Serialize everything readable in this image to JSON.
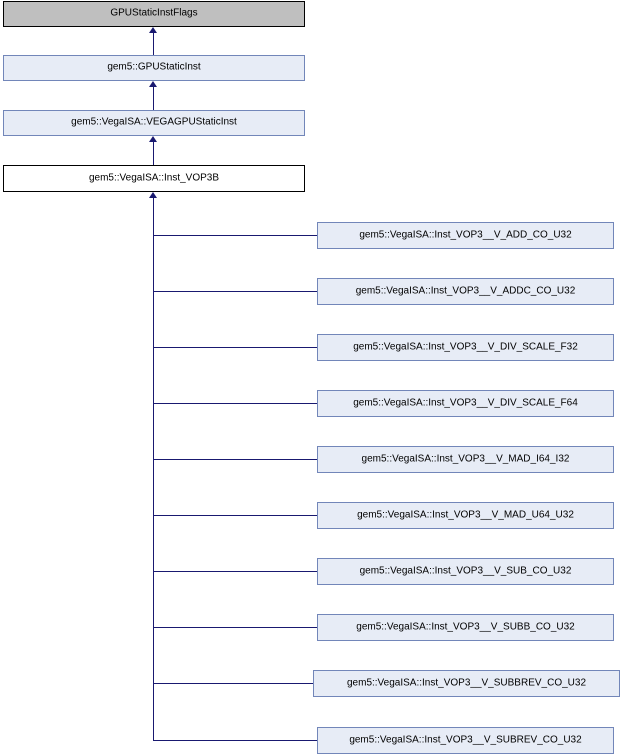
{
  "diagram": {
    "type": "inheritance-graph",
    "title": "gem5::VegaISA::Inst_VOP3B inheritance diagram",
    "colors": {
      "root_fill": "#bfbfbf",
      "root_border": "#000000",
      "base_fill": "#e7ecf6",
      "base_border": "#7286b9",
      "current_fill": "#ffffff",
      "current_border": "#000000",
      "edge": "#191970",
      "text": "#000000"
    },
    "ancestors": [
      {
        "id": "gpu-static-inst-flags",
        "label": "GPUStaticInstFlags",
        "style": "root"
      },
      {
        "id": "gem5-gpu-static-inst",
        "label": "gem5::GPUStaticInst",
        "style": "base"
      },
      {
        "id": "gem5-vegaisa-vegagpustaticinst",
        "label": "gem5::VegaISA::VEGAGPUStaticInst",
        "style": "base"
      },
      {
        "id": "gem5-vegaisa-inst-vop3b",
        "label": "gem5::VegaISA::Inst_VOP3B",
        "style": "current"
      }
    ],
    "derived": [
      {
        "id": "v-add-co-u32",
        "label": "gem5::VegaISA::Inst_VOP3__V_ADD_CO_U32"
      },
      {
        "id": "v-addc-co-u32",
        "label": "gem5::VegaISA::Inst_VOP3__V_ADDC_CO_U32"
      },
      {
        "id": "v-div-scale-f32",
        "label": "gem5::VegaISA::Inst_VOP3__V_DIV_SCALE_F32"
      },
      {
        "id": "v-div-scale-f64",
        "label": "gem5::VegaISA::Inst_VOP3__V_DIV_SCALE_F64"
      },
      {
        "id": "v-mad-i64-i32",
        "label": "gem5::VegaISA::Inst_VOP3__V_MAD_I64_I32"
      },
      {
        "id": "v-mad-u64-u32",
        "label": "gem5::VegaISA::Inst_VOP3__V_MAD_U64_U32"
      },
      {
        "id": "v-sub-co-u32",
        "label": "gem5::VegaISA::Inst_VOP3__V_SUB_CO_U32"
      },
      {
        "id": "v-subb-co-u32",
        "label": "gem5::VegaISA::Inst_VOP3__V_SUBB_CO_U32"
      },
      {
        "id": "v-subbrev-co-u32",
        "label": "gem5::VegaISA::Inst_VOP3__V_SUBBREV_CO_U32"
      },
      {
        "id": "v-subrev-co-u32",
        "label": "gem5::VegaISA::Inst_VOP3__V_SUBREV_CO_U32"
      }
    ]
  }
}
